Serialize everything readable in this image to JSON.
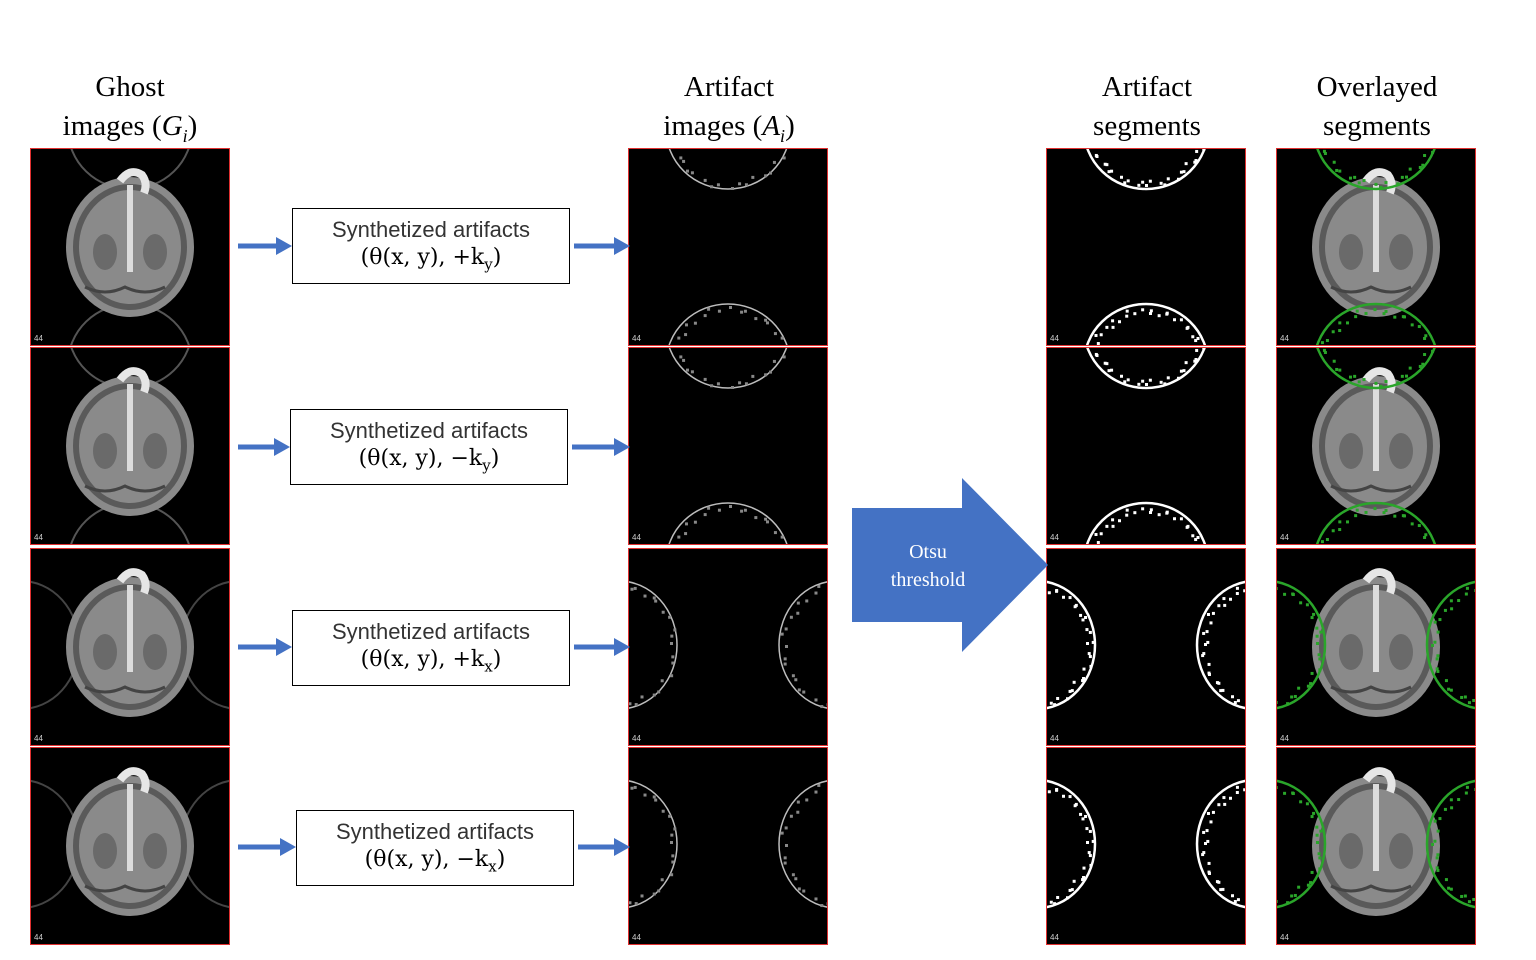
{
  "columns": {
    "ghost": {
      "line1": "Ghost",
      "line2": "images (",
      "var": "G",
      "sub": "i",
      "close": ")"
    },
    "artifact": {
      "line1": "Artifact",
      "line2": "images (",
      "var": "A",
      "sub": "i",
      "close": ")"
    },
    "segments": {
      "line1": "Artifact",
      "line2": "segments"
    },
    "overlayed": {
      "line1": "Overlayed",
      "line2": "segments"
    }
  },
  "rows": [
    {
      "box_title": "Synthetized artifacts",
      "box_formula": "(θ(x, y), +k",
      "box_sub": "y",
      "box_close": ")"
    },
    {
      "box_title": "Synthetized artifacts",
      "box_formula": "(θ(x, y), −k",
      "box_sub": "y",
      "box_close": ")"
    },
    {
      "box_title": "Synthetized artifacts",
      "box_formula": "(θ(x, y), +k",
      "box_sub": "x",
      "box_close": ")"
    },
    {
      "box_title": "Synthetized artifacts",
      "box_formula": "(θ(x, y), −k",
      "box_sub": "x",
      "box_close": ")"
    }
  ],
  "slice_label": "44",
  "otsu": {
    "line1": "Otsu",
    "line2": "threshold"
  },
  "colors": {
    "arrow": "#4472c4",
    "frame": "#e03030",
    "overlay": "#2aa52a"
  }
}
